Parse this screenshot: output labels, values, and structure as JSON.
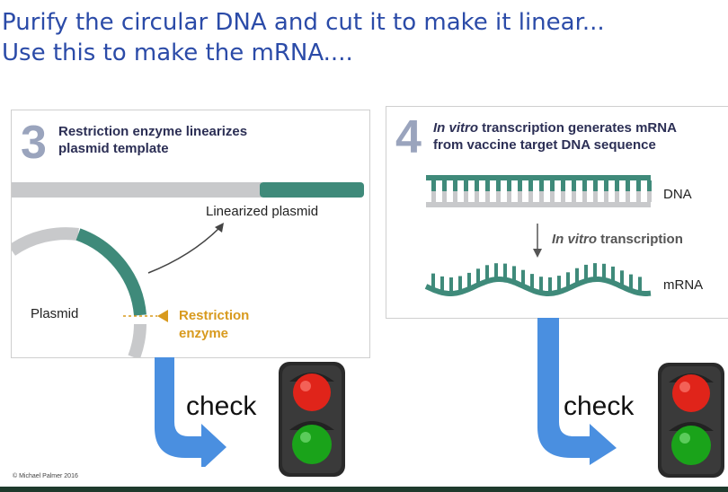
{
  "header": {
    "line1": "Purify the circular DNA and cut it to make it linear...",
    "line2": "Use this to make the mRNA...."
  },
  "panel3": {
    "number": "3",
    "title_line1": "Restriction enzyme linearizes",
    "title_line2": "plasmid template",
    "linearized_label": "Linearized plasmid",
    "plasmid_label": "Plasmid",
    "enzyme_label_line1": "Restriction",
    "enzyme_label_line2": "enzyme"
  },
  "panel4": {
    "number": "4",
    "title_line1_italic": "In vitro",
    "title_line1_rest": " transcription generates mRNA",
    "title_line2": "from vaccine target DNA sequence",
    "dna_label": "DNA",
    "transcription_italic": "In vitro",
    "transcription_rest": " transcription",
    "mrna_label": "mRNA"
  },
  "checks": {
    "left": "check",
    "right": "check"
  },
  "copyright": "© Michael Palmer 2016",
  "colors": {
    "title_blue": "#2b4ba8",
    "teal": "#3f8a7a",
    "gray_strand": "#c8c9cb",
    "enzyme_orange": "#d89a1e",
    "arrow_blue": "#4a8fe0",
    "light_red": "#e0241a",
    "light_green": "#1aa31a"
  }
}
